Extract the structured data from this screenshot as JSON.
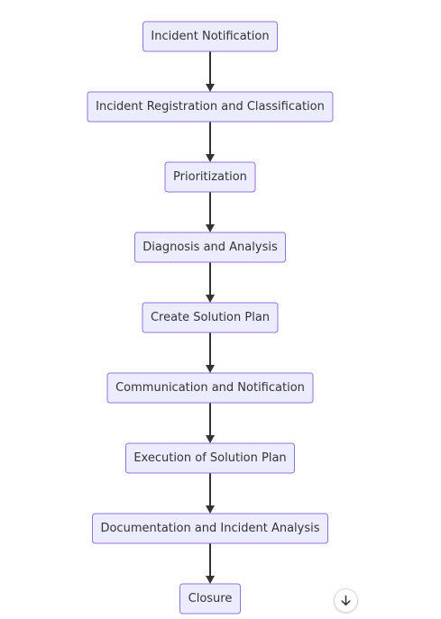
{
  "diagram": {
    "nodes": [
      {
        "id": "n1",
        "label": "Incident Notification"
      },
      {
        "id": "n2",
        "label": "Incident Registration and Classification"
      },
      {
        "id": "n3",
        "label": "Prioritization"
      },
      {
        "id": "n4",
        "label": "Diagnosis and Analysis"
      },
      {
        "id": "n5",
        "label": "Create Solution Plan"
      },
      {
        "id": "n6",
        "label": "Communication and Notification"
      },
      {
        "id": "n7",
        "label": "Execution of Solution Plan"
      },
      {
        "id": "n8",
        "label": "Documentation and Incident Analysis"
      },
      {
        "id": "n9",
        "label": "Closure"
      }
    ],
    "edges": [
      {
        "from": "n1",
        "to": "n2"
      },
      {
        "from": "n2",
        "to": "n3"
      },
      {
        "from": "n3",
        "to": "n4"
      },
      {
        "from": "n4",
        "to": "n5"
      },
      {
        "from": "n5",
        "to": "n6"
      },
      {
        "from": "n6",
        "to": "n7"
      },
      {
        "from": "n7",
        "to": "n8"
      },
      {
        "from": "n8",
        "to": "n9"
      }
    ]
  },
  "scroll_button": {
    "icon": "arrow-down-icon"
  }
}
